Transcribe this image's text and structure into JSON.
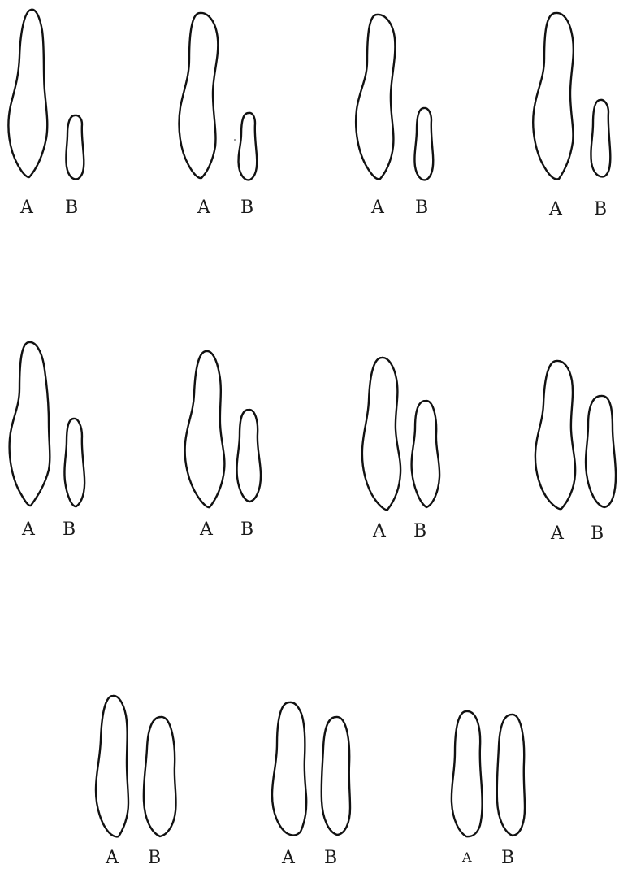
{
  "pairs": [
    {
      "label_a": "A",
      "label_b": "B"
    },
    {
      "label_a": "A",
      "label_b": "B"
    },
    {
      "label_a": "A",
      "label_b": "B"
    },
    {
      "label_a": "A",
      "label_b": "B"
    },
    {
      "label_a": "A",
      "label_b": "B"
    },
    {
      "label_a": "A",
      "label_b": "B"
    },
    {
      "label_a": "A",
      "label_b": "B"
    },
    {
      "label_a": "A",
      "label_b": "B"
    },
    {
      "label_a": "A",
      "label_b": "B"
    },
    {
      "label_a": "A",
      "label_b": "B"
    },
    {
      "label_a": "A",
      "label_b": "B"
    }
  ],
  "colors": {
    "stroke": "#111111",
    "background": "#ffffff"
  }
}
